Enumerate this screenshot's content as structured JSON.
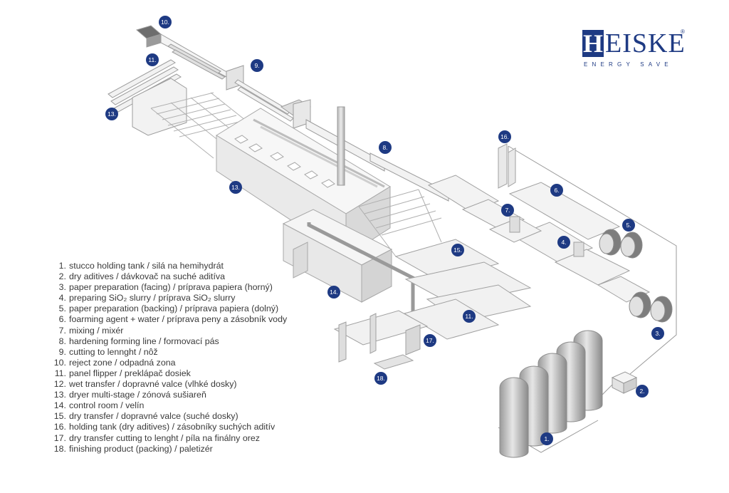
{
  "logo": {
    "mark": "H",
    "rest": "EISKE",
    "registered": "®",
    "tagline": "ENERGY SAVE",
    "color": "#1e3a83"
  },
  "badge_color": "#1e3a83",
  "badges": [
    "10.",
    "11.",
    "9.",
    "13.",
    "8.",
    "16.",
    "6.",
    "13.",
    "7.",
    "5.",
    "4.",
    "15.",
    "14.",
    "11.",
    "3.",
    "17.",
    "2.",
    "18.",
    "1."
  ],
  "legend": [
    {
      "num": "1.",
      "text": "stucco holding tank / silá na hemihydrát"
    },
    {
      "num": "2.",
      "text": "dry aditives / dávkovač na suché aditíva"
    },
    {
      "num": "3.",
      "text": "paper preparation (facing) / príprava papiera (horný)"
    },
    {
      "num": "4.",
      "text": "preparing SiO₂ slurry / príprava SiO₂ slurry"
    },
    {
      "num": "5.",
      "text": "paper preparation (backing) / príprava papiera (dolný)"
    },
    {
      "num": "6.",
      "text": "foarming agent + water / príprava peny a zásobník vody"
    },
    {
      "num": "7.",
      "text": "mixing / mixér"
    },
    {
      "num": "8.",
      "text": "hardening forming line / formovací pás"
    },
    {
      "num": "9.",
      "text": "cutting to lennght / nôž"
    },
    {
      "num": "10.",
      "text": "reject zone / odpadná zona"
    },
    {
      "num": "11.",
      "text": "panel flipper / preklápač dosiek"
    },
    {
      "num": "12.",
      "text": "wet transfer / dopravné valce (vlhké dosky)"
    },
    {
      "num": "13.",
      "text": "dryer multi-stage / zónová sušiareň"
    },
    {
      "num": "14.",
      "text": "control room / velín"
    },
    {
      "num": "15.",
      "text": "dry transfer / dopravné valce (suché dosky)"
    },
    {
      "num": "16.",
      "text": "holding tank (dry aditives) / zásobníky suchých aditív"
    },
    {
      "num": "17.",
      "text": "dry transfer cutting to lenght / píla na finálny orez"
    },
    {
      "num": "18.",
      "text": "finishing product (packing) / paletizér"
    }
  ]
}
